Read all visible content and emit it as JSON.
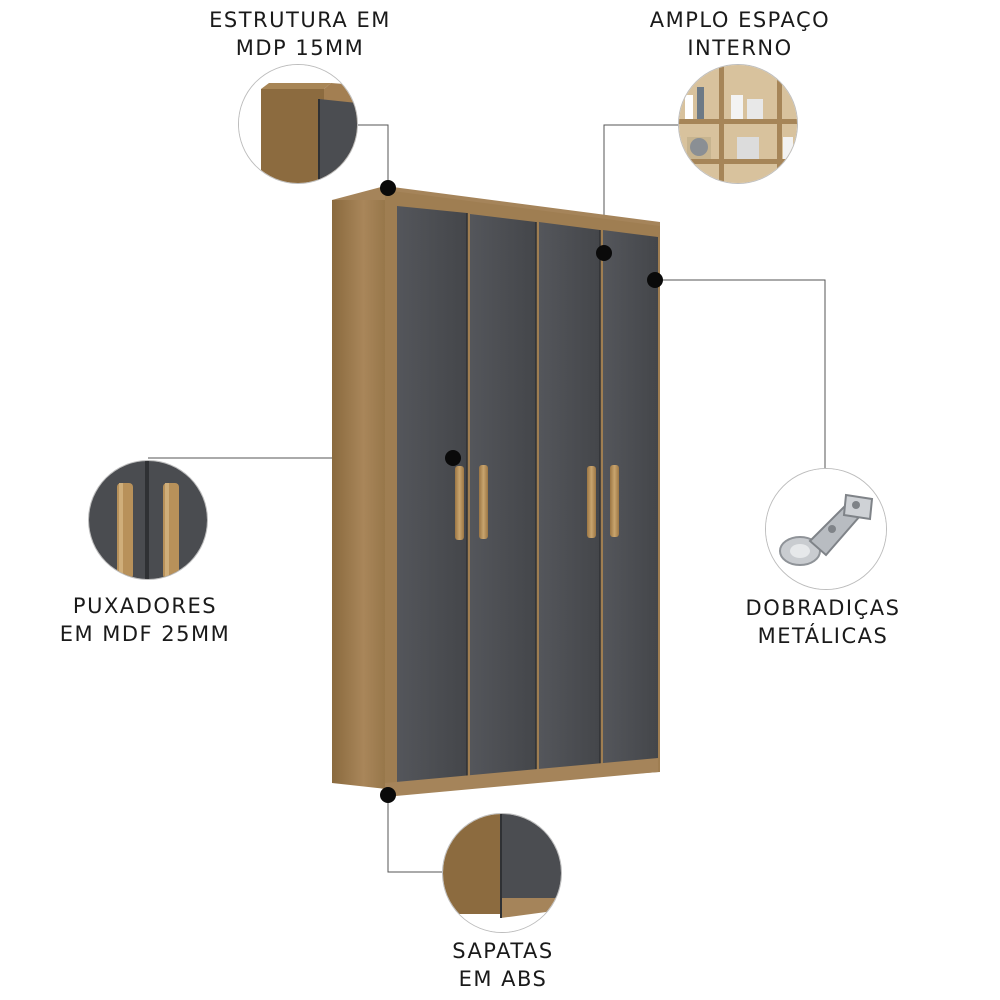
{
  "features": {
    "structure": {
      "line1": "ESTRUTURA EM",
      "line2": "MDP 15MM"
    },
    "space": {
      "line1": "AMPLO ESPAÇO",
      "line2": "INTERNO"
    },
    "handles": {
      "line1": "PUXADORES",
      "line2": "EM MDF 25MM"
    },
    "hinges": {
      "line1": "DOBRADIÇAS",
      "line2": "METÁLICAS"
    },
    "feet": {
      "line1": "SAPATAS",
      "line2": "EM ABS"
    }
  },
  "colors": {
    "wood": "#9b7a4b",
    "wood_dark": "#7d6038",
    "door_gray": "#4a4c50",
    "door_gray_dark": "#3d3f43",
    "handle": "#b8915a",
    "dot": "#0a0a0a"
  }
}
